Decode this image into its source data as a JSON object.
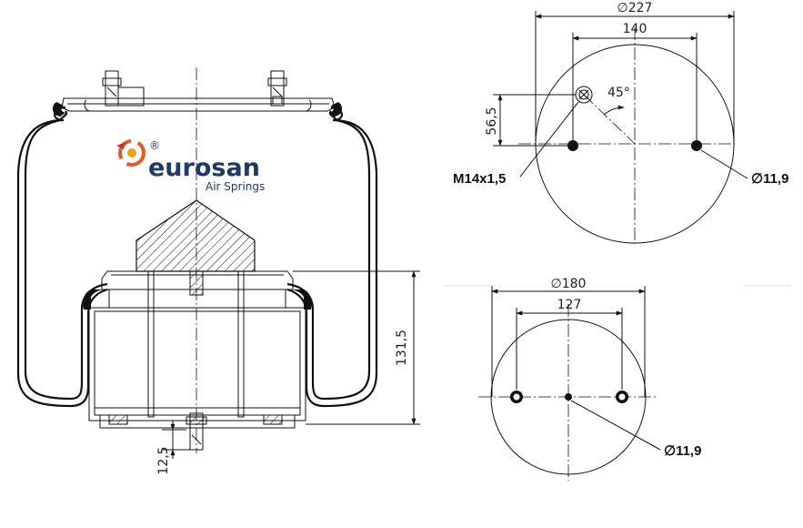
{
  "brand": {
    "name": "eurosan",
    "tagline": "Air Springs",
    "registered_mark": "®",
    "colors": {
      "primary": "#1f3a66",
      "accent": "#e2592a"
    }
  },
  "side_view": {
    "dim_height": "131,5",
    "dim_stud": "12,5"
  },
  "top_plate": {
    "dim_diameter": "∅227",
    "dim_bolt_spacing": "140",
    "dim_offset": "56,5",
    "dim_angle": "45°",
    "thread_label": "M14x1,5",
    "hole_label": "∅11,9"
  },
  "bottom_plate": {
    "dim_diameter": "∅180",
    "dim_bolt_spacing": "127",
    "hole_label": "∅11,9"
  }
}
